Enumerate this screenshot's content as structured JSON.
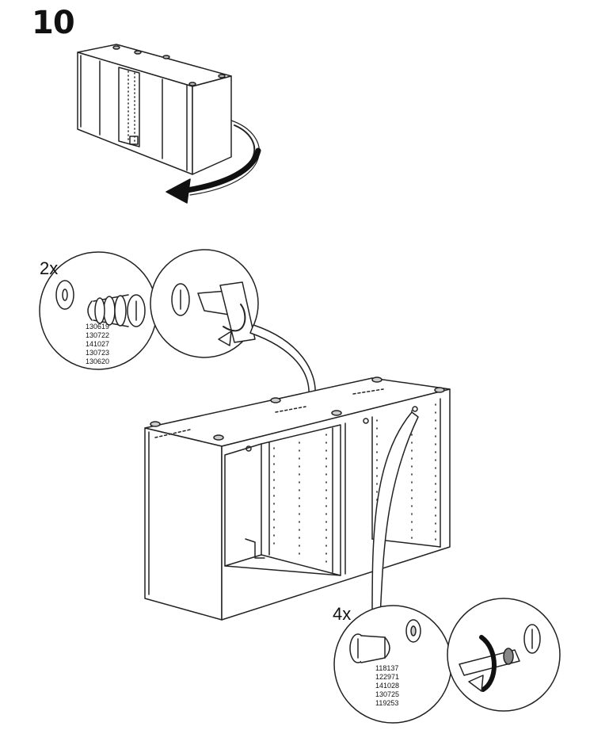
{
  "step": {
    "number": "10"
  },
  "fitting_top": {
    "quantity": "2x",
    "part_numbers": [
      "130619",
      "130722",
      "141027",
      "130723",
      "130620"
    ]
  },
  "fitting_bottom": {
    "quantity": "4x",
    "part_numbers": [
      "118137",
      "122971",
      "141028",
      "130725",
      "119253"
    ]
  }
}
